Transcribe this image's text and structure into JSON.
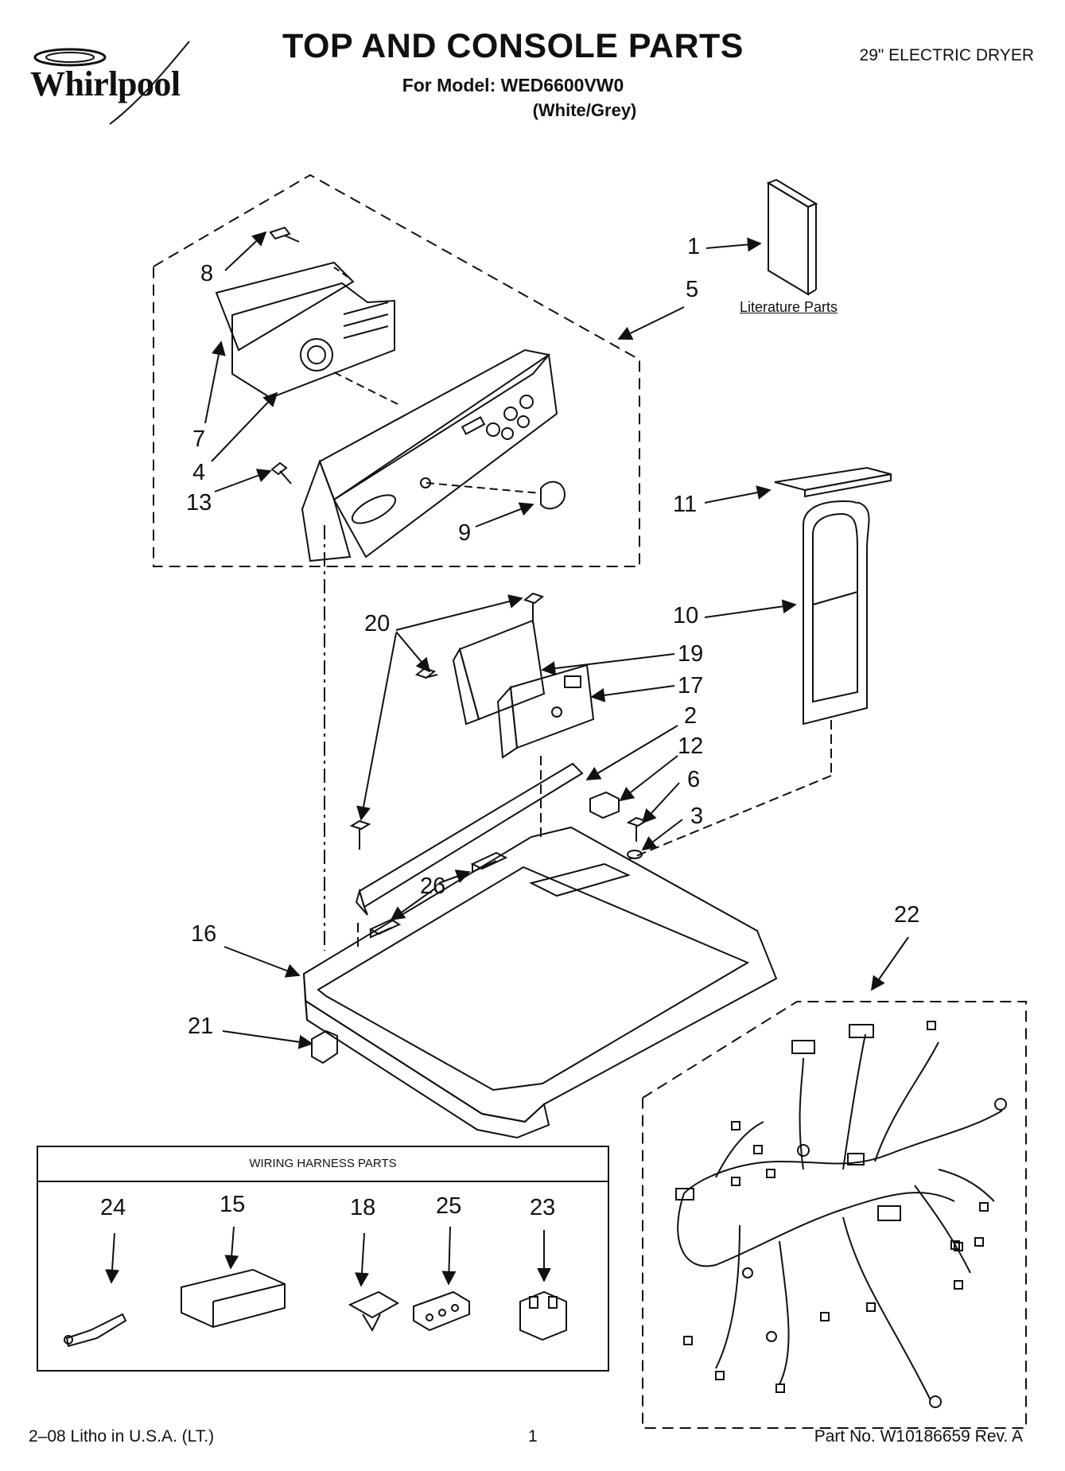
{
  "header": {
    "brand": "Whirlpool",
    "title": "TOP AND CONSOLE PARTS",
    "model_line": "For Model: WED6600VW0",
    "color_line": "(White/Grey)",
    "product": "29\" ELECTRIC DRYER"
  },
  "callouts": [
    "1",
    "5",
    "8",
    "7",
    "4",
    "13",
    "9",
    "11",
    "10",
    "20",
    "19",
    "17",
    "2",
    "12",
    "6",
    "3",
    "26",
    "16",
    "21",
    "22",
    "24",
    "15",
    "18",
    "25",
    "23"
  ],
  "labels": {
    "literature_parts": "Literature Parts",
    "wiring_harness_parts": "WIRING HARNESS PARTS"
  },
  "footer": {
    "litho": "2–08 Litho in U.S.A. (LT.)",
    "page": "1",
    "part_no": "Part No. W10186659 Rev. A"
  }
}
